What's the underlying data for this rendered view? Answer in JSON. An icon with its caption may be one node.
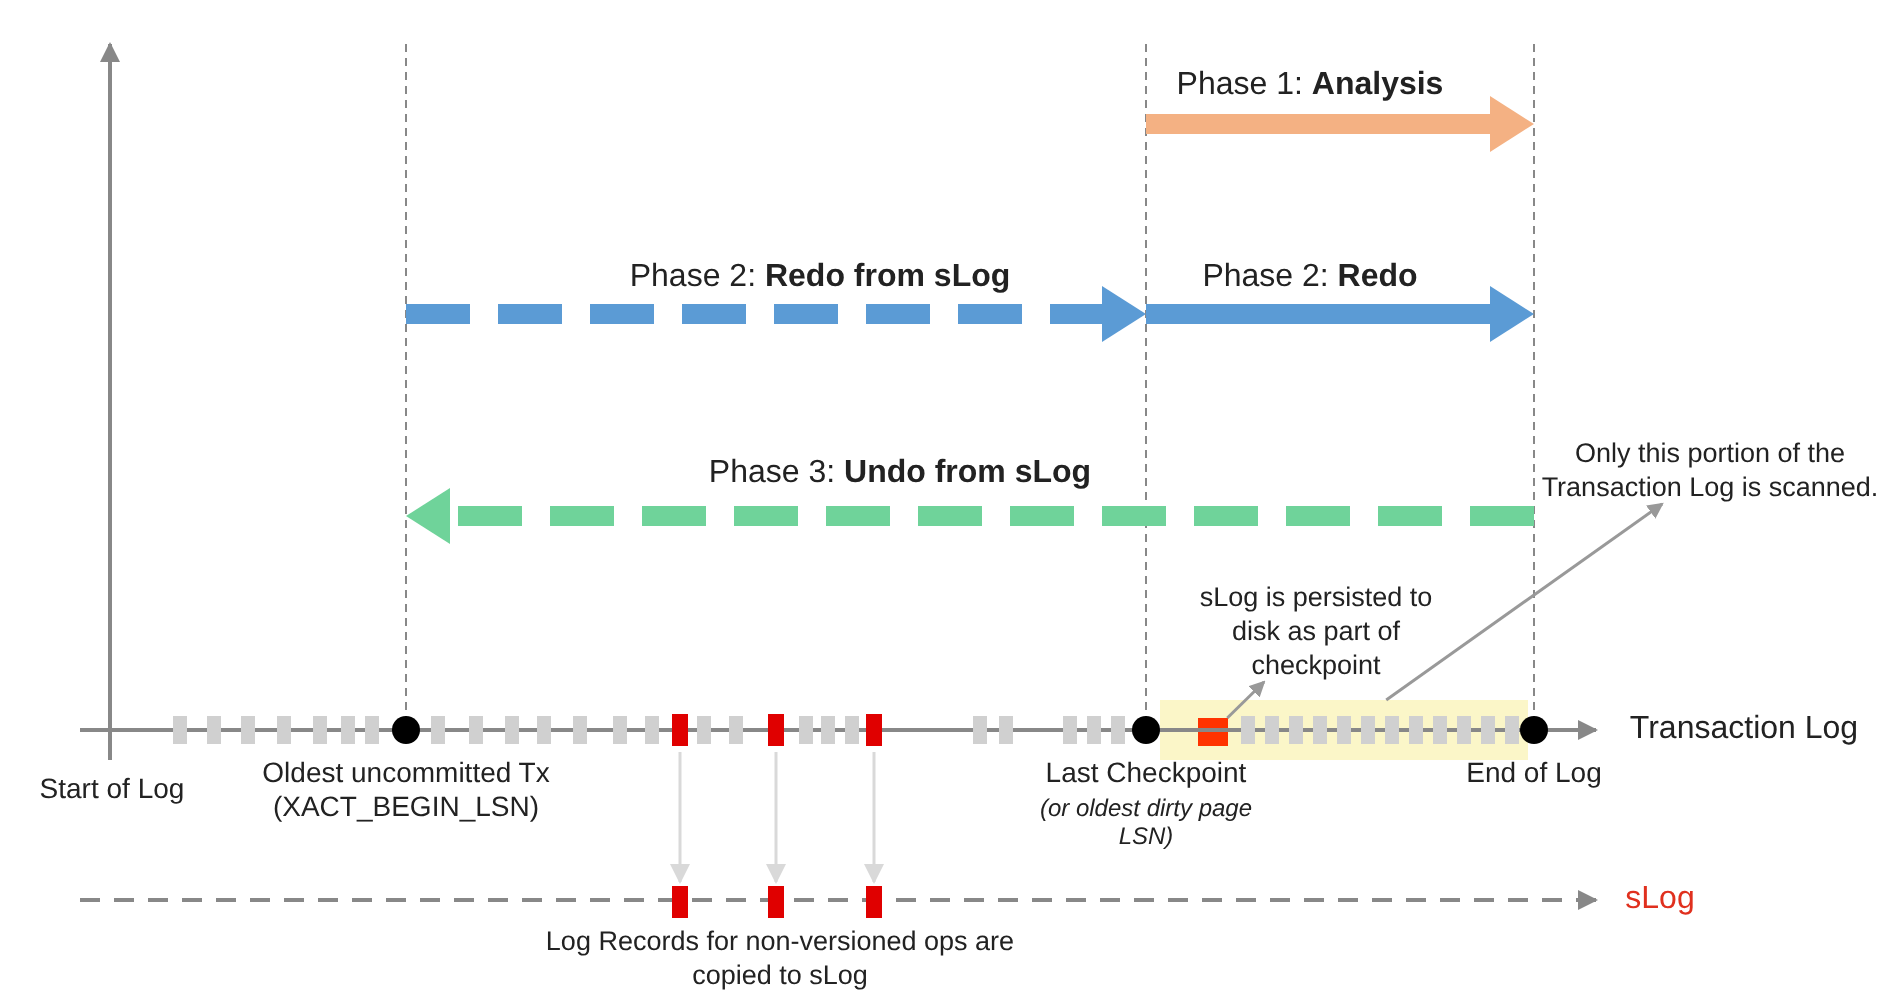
{
  "diagram": {
    "nodes": [
      {
        "text": [
          "Only this portion of the Transaction Log is scanned."
        ]
      },
      {
        "text": [],
        "shape": "box"
      },
      {
        "text": [
          "sLog is persisted to disk as part of checkpoint"
        ]
      },
      {
        "text": [],
        "shape": "box",
        "in": 1
      },
      {
        "text": [],
        "shape": "bar"
      },
      {
        "text": [],
        "shape": "bar"
      },
      {
        "text": [],
        "shape": "bar"
      },
      {
        "text": [],
        "shape": "bar"
      },
      {
        "text": [],
        "shape": "bar"
      },
      {
        "text": [],
        "shape": "bar"
      }
    ],
    "edges": [
      {
        "from": 1,
        "to": 0,
        "arrow": "to"
      },
      {
        "from": 3,
        "to": 2,
        "arrow": "to"
      },
      {
        "from": 4,
        "to": 7,
        "arrow": "to"
      },
      {
        "from": 5,
        "to": 8,
        "arrow": "to"
      },
      {
        "from": 6,
        "to": 9,
        "arrow": "to"
      }
    ],
    "labels": [
      "Phase 1: **Analysis**",
      "Phase 2: **Redo from sLog**",
      "Phase 2: **Redo**",
      "Phase 3: **Undo from sLog**",
      "Start of Log",
      "Oldest uncommitted Tx (XACT_BEGIN_LSN)",
      "Last Checkpoint",
      "(or oldest dirty page LSN)",
      "End of Log",
      "Transaction Log",
      "sLog",
      "Log Records for non-versioned ops are copied to sLog"
    ]
  }
}
